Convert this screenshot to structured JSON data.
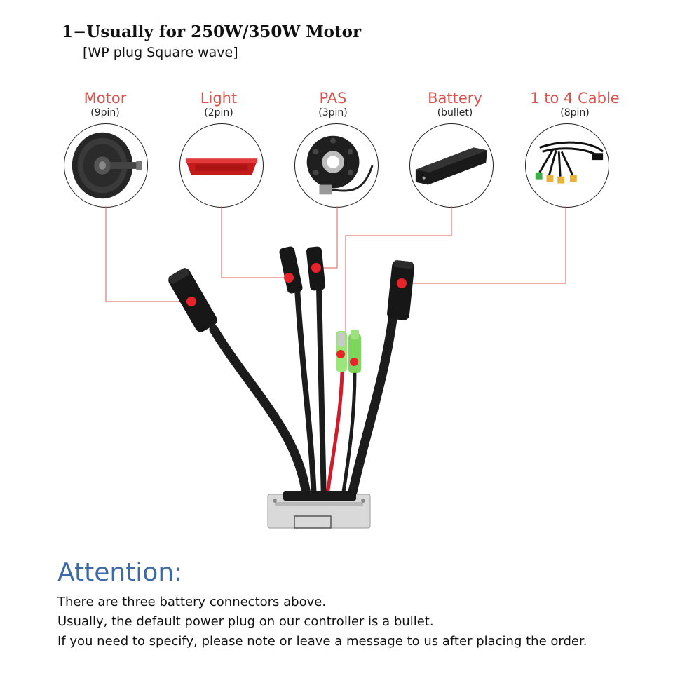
{
  "header": {
    "title": "1−Usually for 250W/350W Motor",
    "subtitle": "[WP plug Square wave]"
  },
  "components": [
    {
      "name": "Motor",
      "pins": "(9pin)",
      "icon": "hub-motor-icon"
    },
    {
      "name": "Light",
      "pins": "(2pin)",
      "icon": "tail-light-icon"
    },
    {
      "name": "PAS",
      "pins": "(3pin)",
      "icon": "pas-sensor-icon"
    },
    {
      "name": "Battery",
      "pins": "(bullet)",
      "icon": "battery-pack-icon"
    },
    {
      "name": "1 to 4 Cable",
      "pins": "(8pin)",
      "icon": "split-cable-icon"
    }
  ],
  "colors": {
    "label_red": "#d9534f",
    "leader_line": "#e07a76",
    "connector_dot": "#e8232a",
    "attention_blue": "#3a6aa8",
    "cable_black": "#1c1c1c",
    "wire_red": "#d11a2a",
    "bullet_green": "#7ed957"
  },
  "attention": {
    "title": "Attention:",
    "lines": [
      "There are three battery connectors above.",
      "Usually, the default power plug on our controller is a bullet.",
      "If you need to specify, please note or leave a message to us after placing the order."
    ]
  }
}
